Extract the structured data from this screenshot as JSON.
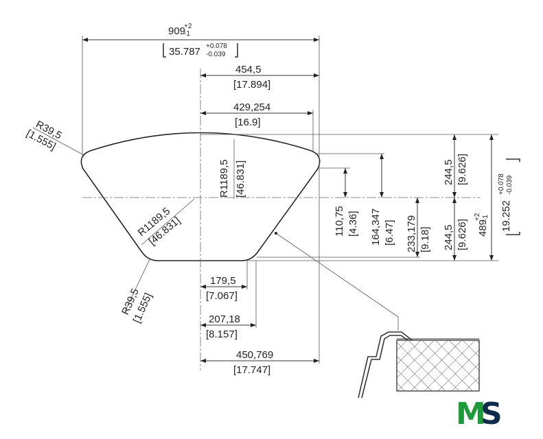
{
  "dimensions": {
    "overall_width": "909",
    "overall_width_tol_plus": "+2",
    "overall_width_tol_minus": "-1",
    "overall_width_in": "35.787",
    "overall_width_in_tol_plus": "+0.078",
    "overall_width_in_tol_minus": "-0.039",
    "half_width": "454,5",
    "half_width_in": "[17.894]",
    "top_half_flat": "429,254",
    "top_half_flat_in": "[16.9]",
    "corner_radius_top": "R39,5",
    "corner_radius_top_in": "[1.555]",
    "corner_radius_bottom": "R39,5",
    "corner_radius_bottom_in": "[1.555]",
    "arc_radius_top": "R1189,5",
    "arc_radius_top_in": "[46.831]",
    "arc_radius_side": "R1189,5",
    "arc_radius_side_in": "[46.831]",
    "bottom_flat_half": "179,5",
    "bottom_flat_half_in": "[7.067]",
    "bottom_corner_half": "207,18",
    "bottom_corner_half_in": "[8.157]",
    "bottom_half_width": "450,769",
    "bottom_half_width_in": "[17.747]",
    "h_110": "110,75",
    "h_110_in": "[4.36]",
    "h_164": "164,347",
    "h_164_in": "[6.47]",
    "h_233": "233,179",
    "h_233_in": "[9.18]",
    "h_244_top": "244,5",
    "h_244_top_in": "[9.626]",
    "h_244_bottom": "244,5",
    "h_244_bottom_in": "[9.626]",
    "overall_height": "489",
    "overall_height_tol_plus": "+2",
    "overall_height_tol_minus": "-1",
    "overall_height_in": "19.252",
    "overall_height_in_tol_plus": "+0.078",
    "overall_height_in_tol_minus": "-0.039"
  },
  "logo": {
    "letter_m": "M",
    "letter_s": "S",
    "color_m_dark": "#1f9a3a",
    "color_m_light": "#8fd63c",
    "color_s": "#0f2a4a"
  }
}
